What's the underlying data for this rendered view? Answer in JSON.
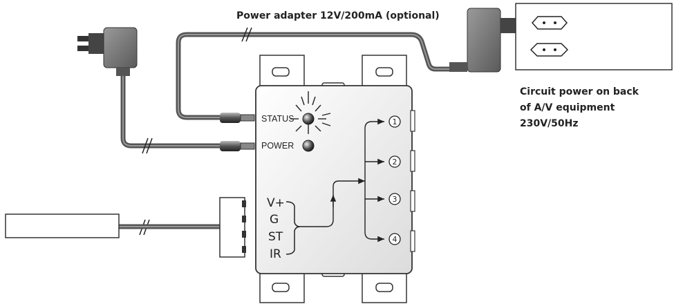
{
  "adapter_label": "Power adapter 12V/200mA (optional)",
  "circuit_label": {
    "line1": "Circuit power on back",
    "line2": "of A/V equipment",
    "line3": "230V/50Hz"
  },
  "leds": {
    "status": "STATUS",
    "power": "POWER"
  },
  "pins": [
    "V+",
    "G",
    "ST",
    "IR"
  ],
  "outputs": [
    "1",
    "2",
    "3",
    "4"
  ]
}
